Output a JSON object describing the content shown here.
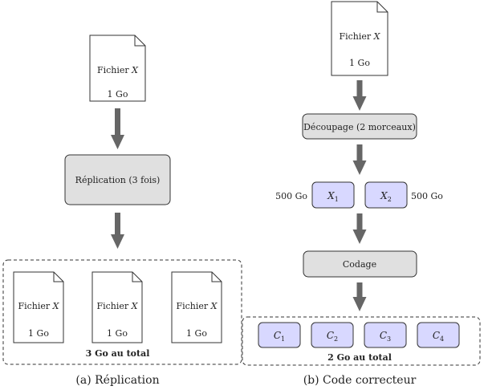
{
  "left": {
    "file": {
      "name": "Fichier",
      "var": "X",
      "size": "1 Go"
    },
    "process": "Réplication (3 fois)",
    "copies": [
      {
        "name": "Fichier",
        "var": "X",
        "size": "1 Go"
      },
      {
        "name": "Fichier",
        "var": "X",
        "size": "1 Go"
      },
      {
        "name": "Fichier",
        "var": "X",
        "size": "1 Go"
      }
    ],
    "total": "3 Go au total",
    "caption": "(a) Réplication"
  },
  "right": {
    "file": {
      "name": "Fichier",
      "var": "X",
      "size": "1 Go"
    },
    "split": "Découpage (2 morceaux)",
    "pieces": [
      {
        "var": "X",
        "sub": "1",
        "size": "500 Go"
      },
      {
        "var": "X",
        "sub": "2",
        "size": "500 Go"
      }
    ],
    "encode": "Codage",
    "codes": [
      {
        "var": "C",
        "sub": "1"
      },
      {
        "var": "C",
        "sub": "2"
      },
      {
        "var": "C",
        "sub": "3"
      },
      {
        "var": "C",
        "sub": "4"
      }
    ],
    "total": "2 Go au total",
    "caption": "(b) Code correcteur"
  },
  "colors": {
    "process_fill": "#e0e0e0",
    "piece_fill": "#d8d8ff",
    "arrow": "#666666"
  }
}
